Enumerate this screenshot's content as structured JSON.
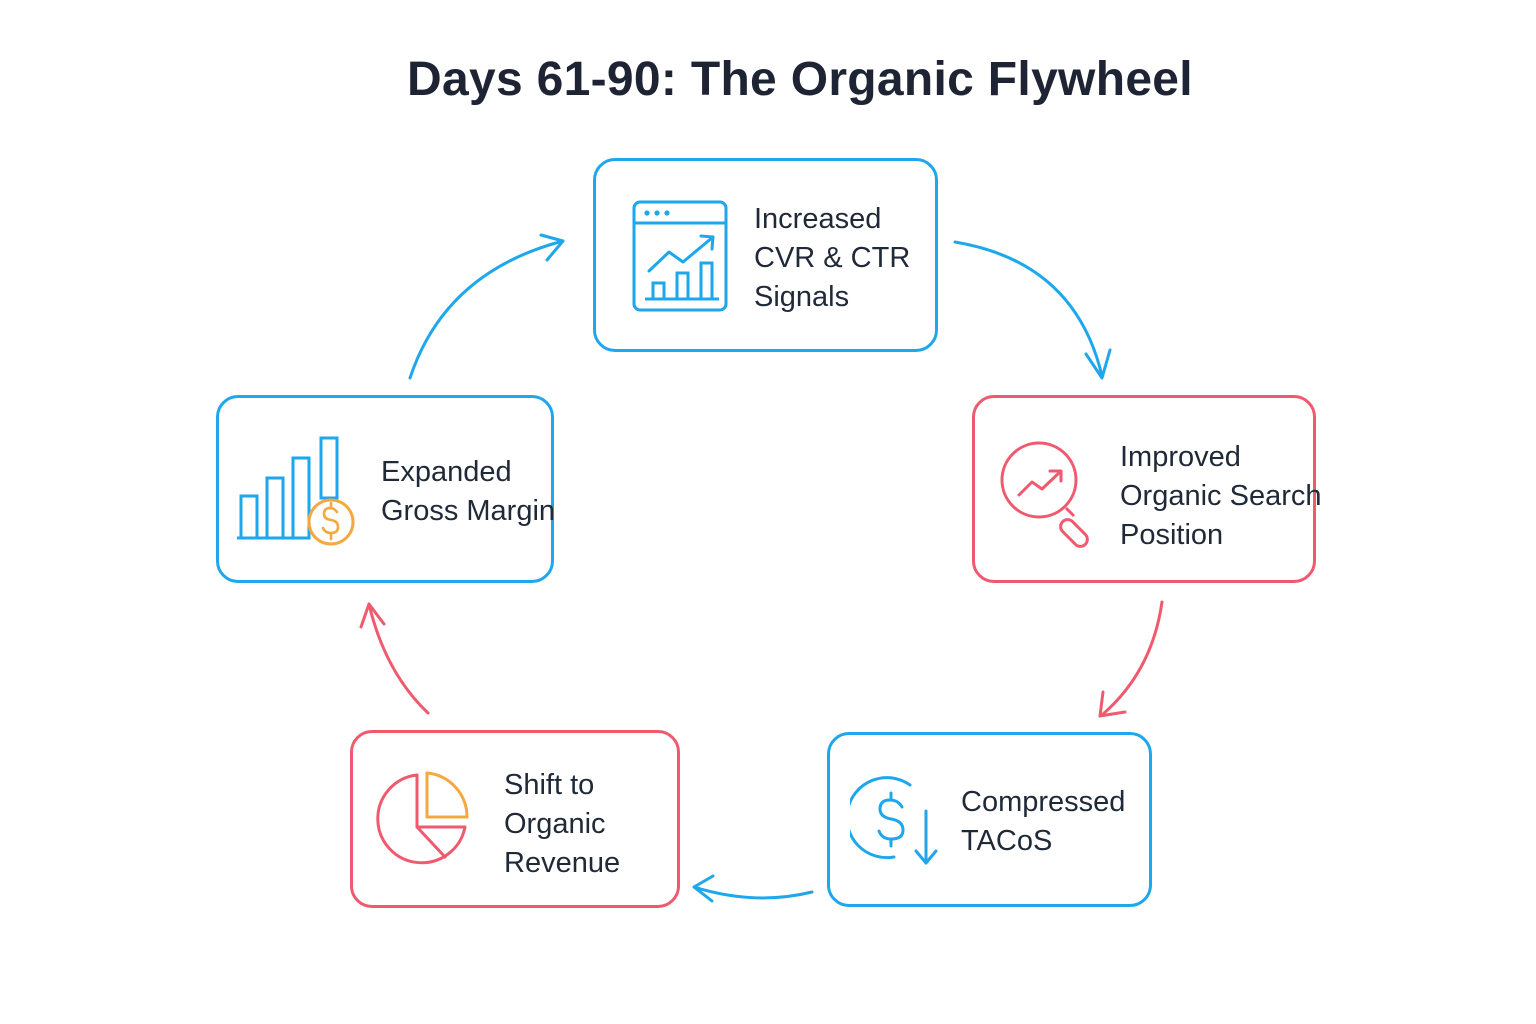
{
  "title": "Days 61-90: The Organic Flywheel",
  "colors": {
    "blue": "#1ea7ec",
    "red": "#ef5a6f",
    "orange": "#f4a840",
    "text": "#1f2937"
  },
  "nodes": {
    "cvr_ctr": {
      "icon": "browser-trend-chart-icon",
      "color": "blue",
      "lines": [
        "Increased",
        "CVR & CTR",
        "Signals"
      ]
    },
    "search_position": {
      "icon": "magnifier-trend-icon",
      "color": "red",
      "lines": [
        "Improved",
        "Organic Search",
        "Position"
      ]
    },
    "tacos": {
      "icon": "dollar-down-arrow-icon",
      "color": "blue",
      "lines": [
        "Compressed",
        "TACoS"
      ]
    },
    "organic_revenue": {
      "icon": "pie-chart-icon",
      "color": "red",
      "lines": [
        "Shift to",
        "Organic",
        "Revenue"
      ]
    },
    "gross_margin": {
      "icon": "bar-chart-dollar-icon",
      "color": "blue",
      "lines": [
        "Expanded",
        "Gross Margin"
      ]
    }
  }
}
